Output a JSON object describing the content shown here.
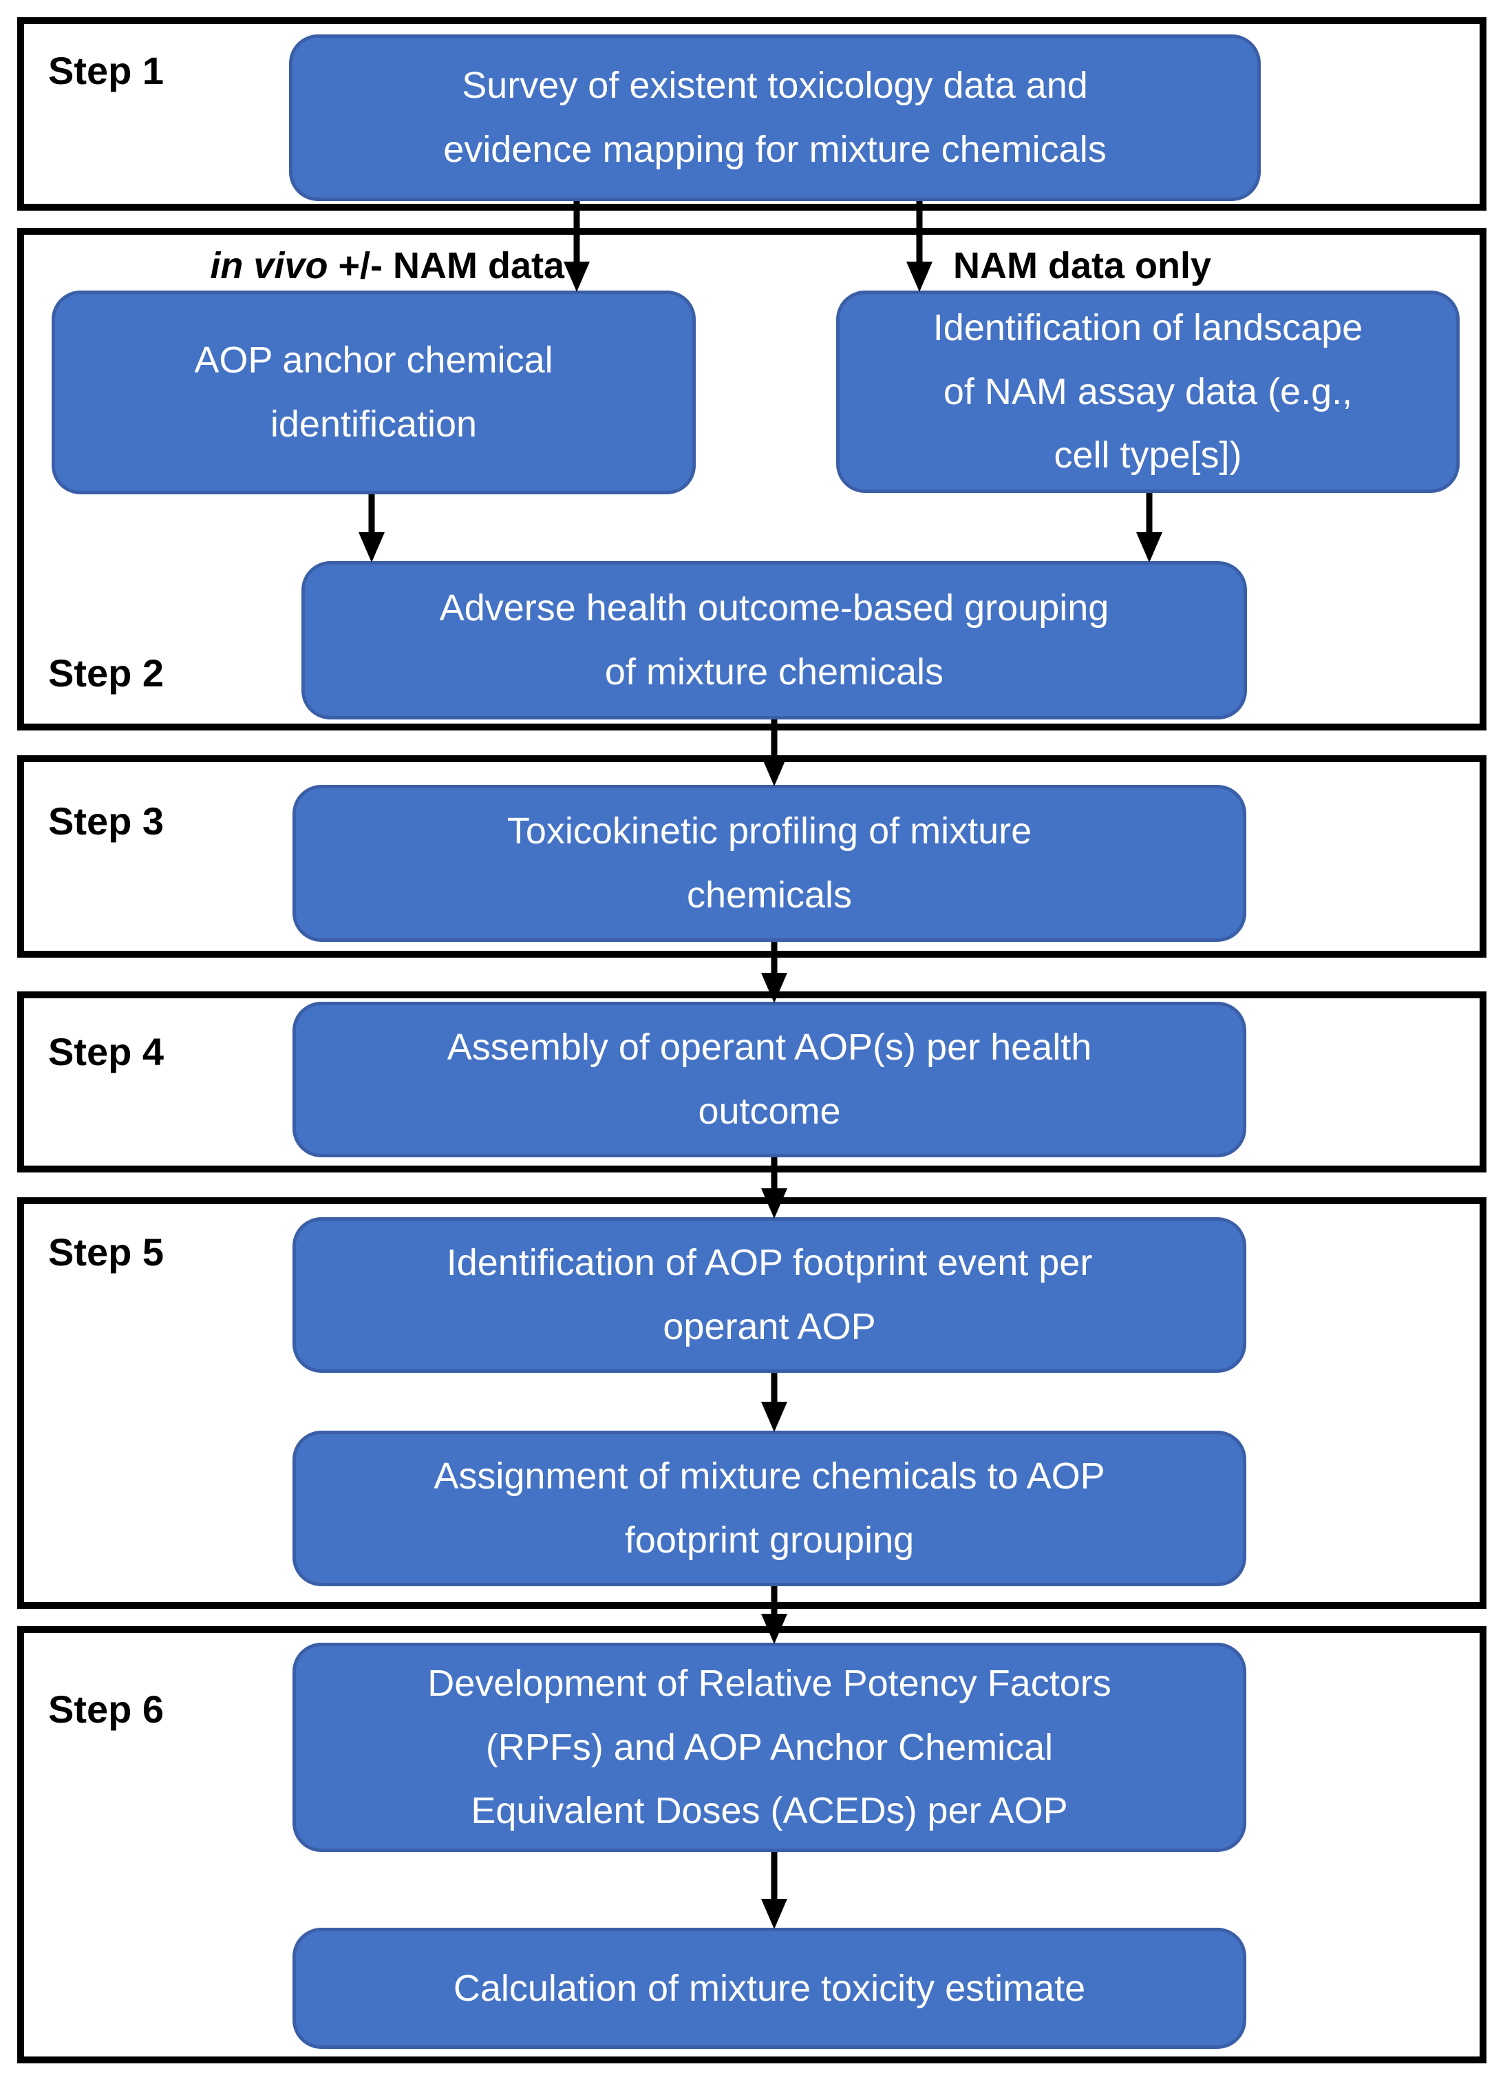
{
  "colors": {
    "box_fill": "#4472C4",
    "box_border": "#3A5FA8",
    "section_border": "#000000",
    "box_text": "#FFFFFF",
    "label_text": "#000000",
    "background": "#FFFFFF"
  },
  "steps": [
    {
      "label": "Step 1",
      "boxes": [
        {
          "text": "Survey of existent toxicology data and\nevidence mapping for mixture chemicals"
        }
      ]
    },
    {
      "label": "Step 2",
      "branch_left_italic": "in vivo",
      "branch_left_rest": " +/- NAM data",
      "branch_right": "NAM data only",
      "boxes": [
        {
          "text": "AOP anchor chemical\nidentification"
        },
        {
          "text": "Identification of landscape\nof NAM assay data (e.g.,\ncell type[s])"
        },
        {
          "text": "Adverse health outcome-based grouping\nof mixture chemicals"
        }
      ]
    },
    {
      "label": "Step 3",
      "boxes": [
        {
          "text": "Toxicokinetic profiling of mixture\nchemicals"
        }
      ]
    },
    {
      "label": "Step 4",
      "boxes": [
        {
          "text": "Assembly of operant AOP(s) per health\noutcome"
        }
      ]
    },
    {
      "label": "Step 5",
      "boxes": [
        {
          "text": "Identification of AOP footprint event per\noperant AOP"
        },
        {
          "text": "Assignment of mixture chemicals to AOP\nfootprint grouping"
        }
      ]
    },
    {
      "label": "Step 6",
      "boxes": [
        {
          "text": "Development of Relative Potency Factors\n(RPFs) and AOP Anchor Chemical\nEquivalent Doses (ACEDs) per AOP"
        },
        {
          "text": "Calculation of mixture toxicity estimate"
        }
      ]
    }
  ]
}
